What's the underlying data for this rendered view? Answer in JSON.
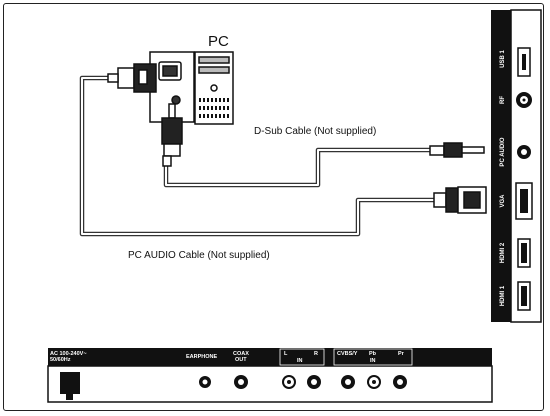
{
  "pc": {
    "label": "PC"
  },
  "cables": {
    "dsub": "D-Sub Cable (Not supplied)",
    "audio": "PC AUDIO Cable (Not supplied)"
  },
  "side_panel": {
    "usb": "USB 1",
    "rf": "RF",
    "pc_audio": "PC AUDIO",
    "vga": "VGA",
    "hdmi2": "HDMI 2",
    "hdmi1": "HDMI 1"
  },
  "bottom_panel": {
    "ac": "AC 100-240V~",
    "ac_freq": "50/60Hz",
    "earphone": "EARPHONE",
    "coax": "COAX",
    "coax_out": "OUT",
    "l": "L",
    "r": "R",
    "in1": "IN",
    "cvbs": "CVBS/Y",
    "pb": "Pb",
    "pr": "Pr",
    "in2": "IN"
  },
  "colors": {
    "panel": "#111111",
    "cable": "#333333",
    "background": "#ffffff"
  }
}
